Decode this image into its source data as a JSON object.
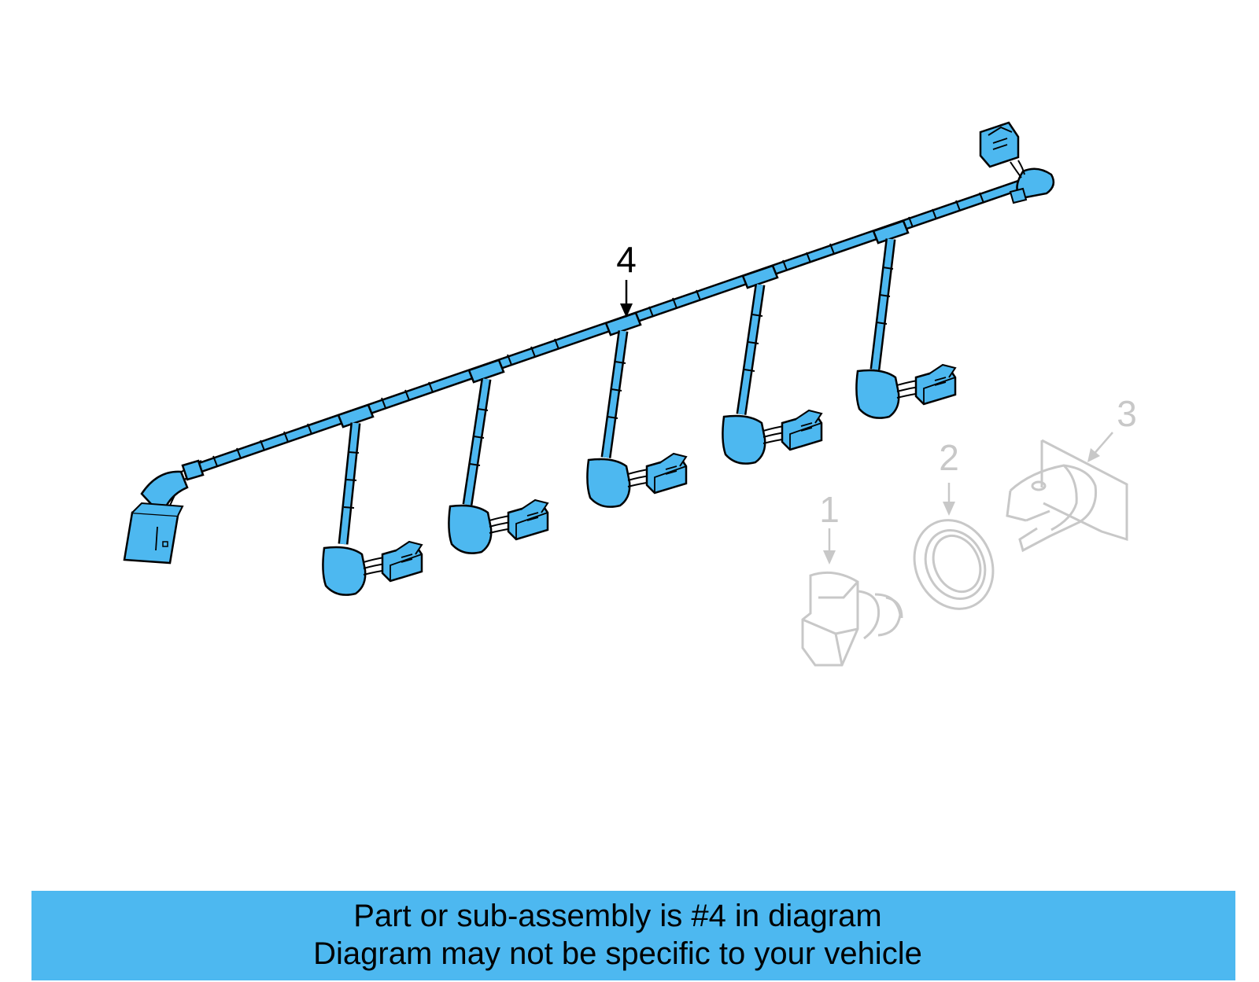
{
  "diagram": {
    "callouts": [
      {
        "id": "4",
        "label": "4",
        "highlighted": true
      },
      {
        "id": "1",
        "label": "1",
        "highlighted": false
      },
      {
        "id": "2",
        "label": "2",
        "highlighted": false
      },
      {
        "id": "3",
        "label": "3",
        "highlighted": false
      }
    ],
    "colors": {
      "highlight_fill": "#4db8f0",
      "outline": "#000000",
      "faded_outline": "#c8c8c8",
      "banner_background": "#4db8f0",
      "banner_text": "#000000"
    }
  },
  "banner": {
    "line1": "Part or sub-assembly is #4 in diagram",
    "line2": "Diagram may not be specific to your vehicle"
  }
}
